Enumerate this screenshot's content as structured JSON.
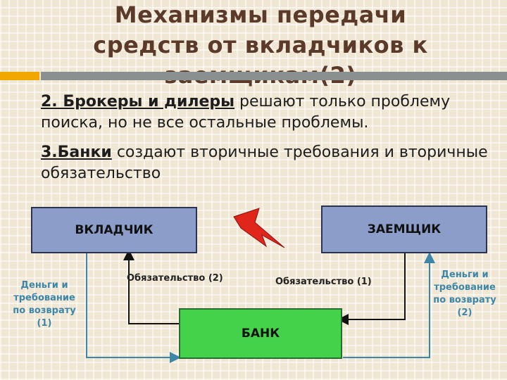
{
  "title": {
    "line1": "Механизмы передачи",
    "line2": "средств от вкладчиков к",
    "line3": "заемщикам(2)"
  },
  "body": {
    "p1_bold": "2. Брокеры и дилеры",
    "p1_rest": " решают только проблему поиска, но не все остальные проблемы.",
    "p2_bold": "3.Банки",
    "p2_rest": " создают вторичные требования и вторичные обязательство"
  },
  "diagram": {
    "depositor": "ВКЛАДЧИК",
    "borrower": "ЗАЕМЩИК",
    "bank": "БАНК",
    "obligation2": "Обязательство (2)",
    "obligation1": "Обязательство (1)",
    "money_left": [
      "Деньги и",
      "требование",
      "по возврату",
      "(1)"
    ],
    "money_right": [
      "Деньги и",
      "требование",
      "по возврату",
      "(2)"
    ]
  },
  "colors": {
    "title": "#5b3a2a",
    "box_blue": "#8b9dc8",
    "box_green": "#44d24a",
    "side_label": "#3d86a8",
    "accent_gold": "#f0a800",
    "accent_gray": "#8a8f90",
    "lightning": "#e0261b"
  },
  "icons": [
    "lightning-icon"
  ]
}
